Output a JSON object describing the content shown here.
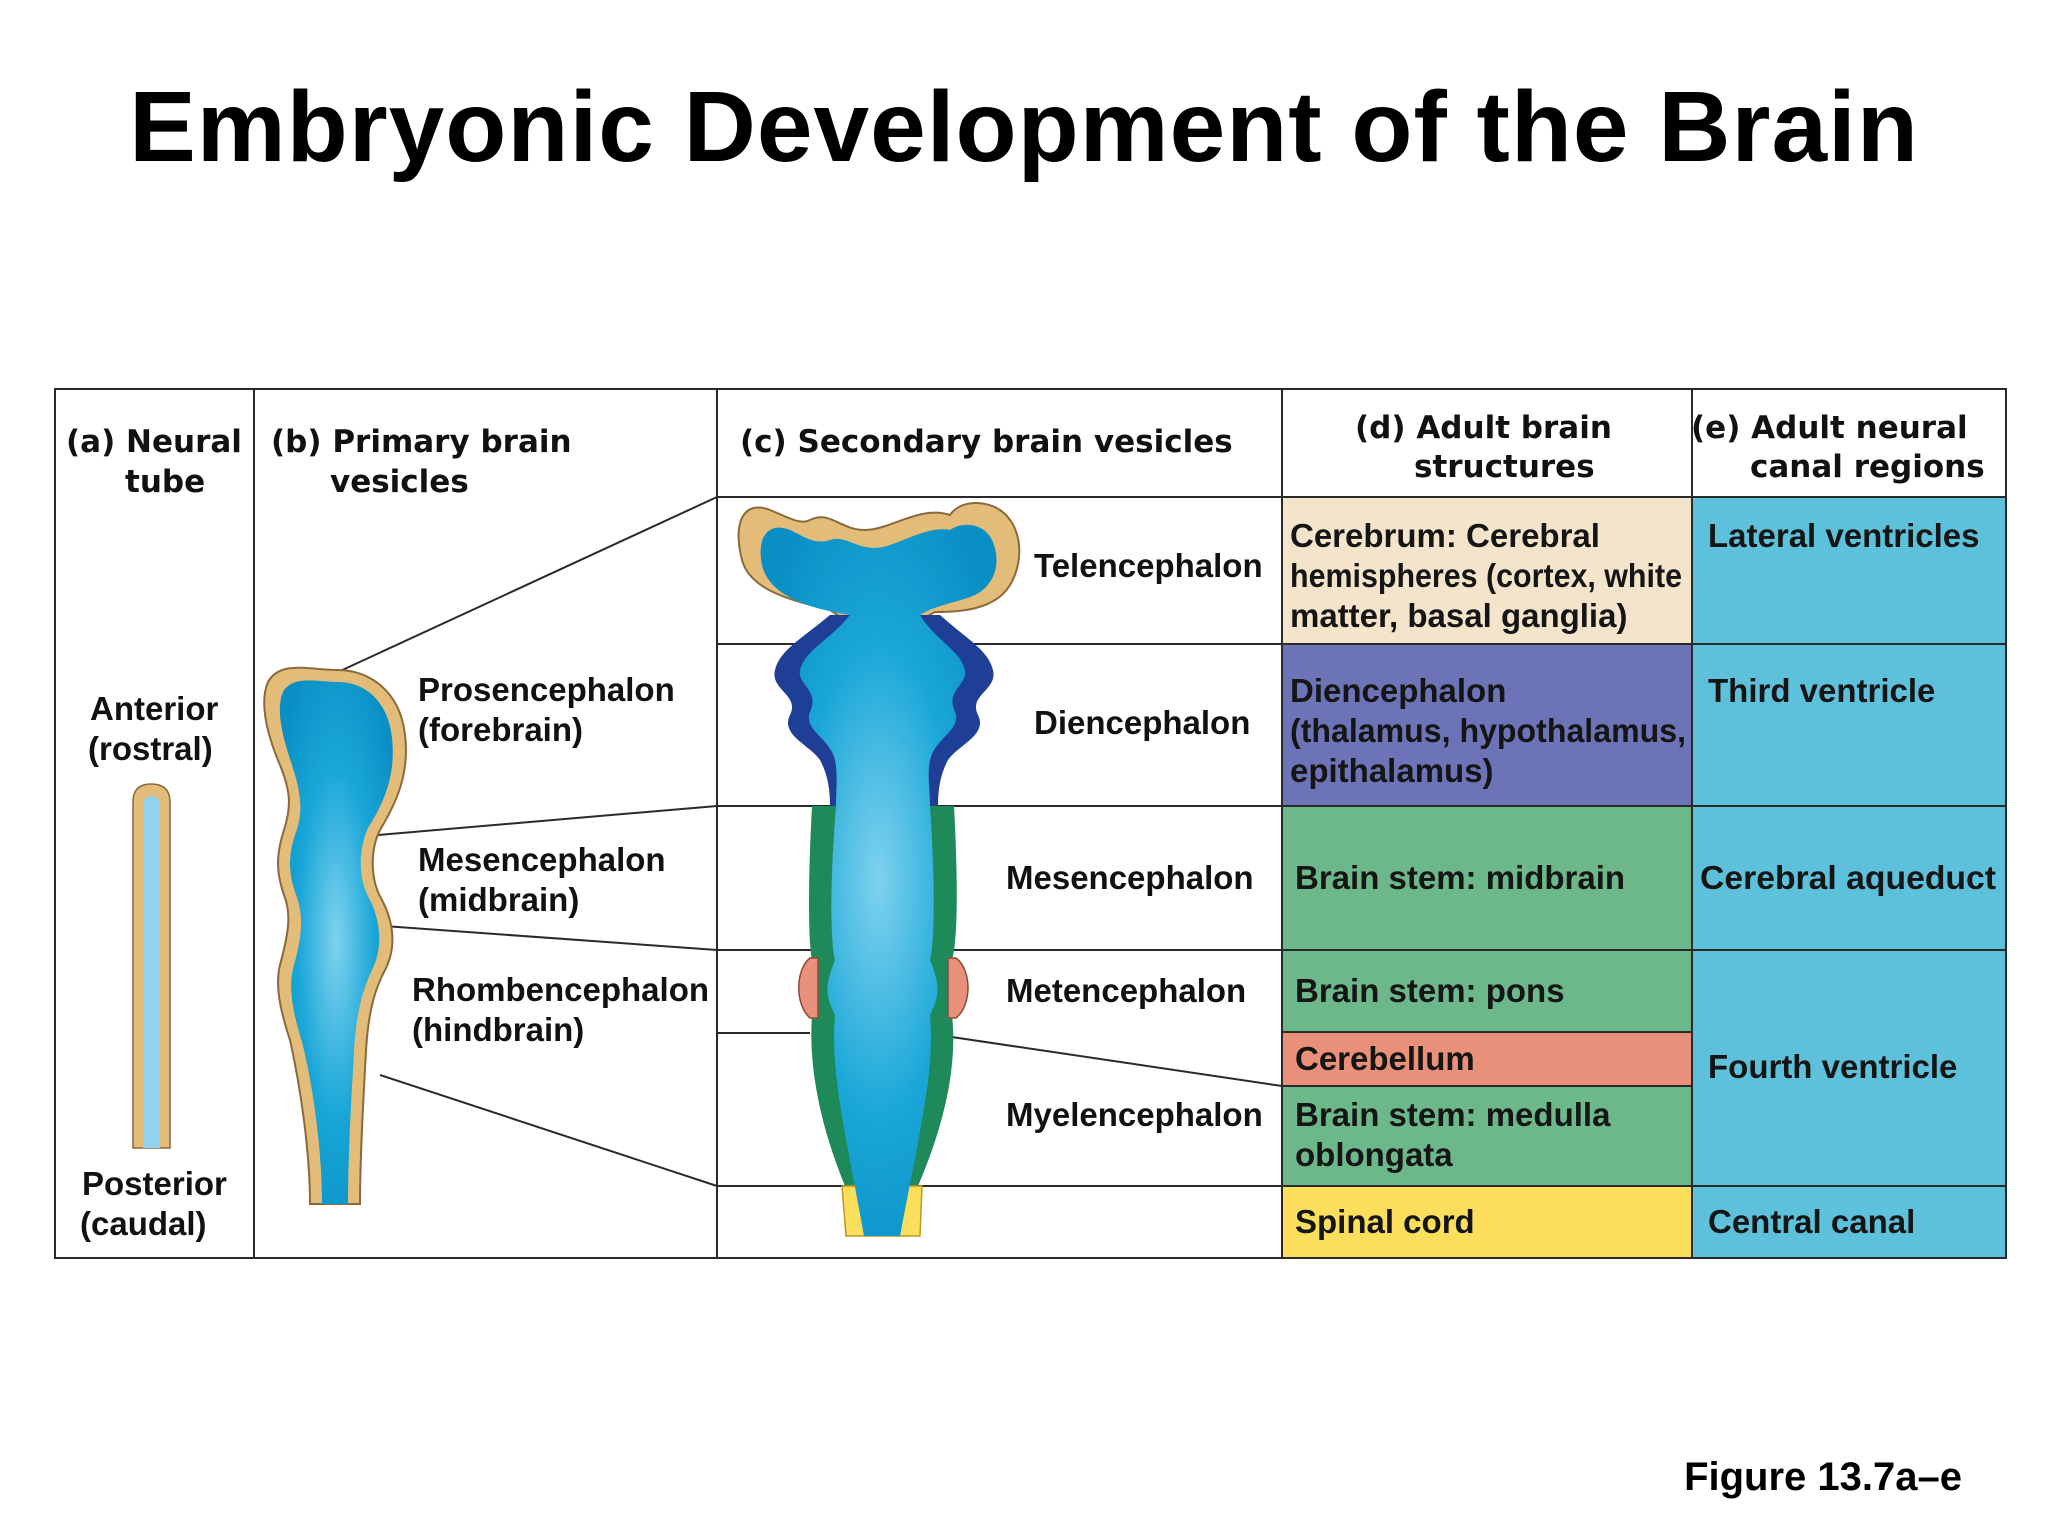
{
  "page": {
    "title": "Embryonic Development of the Brain",
    "figure_label": "Figure 13.7a–e"
  },
  "headers": {
    "a": [
      "(a) Neural",
      "tube"
    ],
    "b": [
      "(b) Primary brain",
      "vesicles"
    ],
    "c": [
      "(c) Secondary brain vesicles"
    ],
    "d": [
      "(d) Adult brain",
      "structures"
    ],
    "e": [
      "(e) Adult neural",
      "canal regions"
    ]
  },
  "neural_tube": {
    "anterior": [
      "Anterior",
      "(rostral)"
    ],
    "posterior": [
      "Posterior",
      "(caudal)"
    ]
  },
  "primary_vesicles": [
    [
      "Prosencephalon",
      "(forebrain)"
    ],
    [
      "Mesencephalon",
      "(midbrain)"
    ],
    [
      "Rhombencephalon",
      "(hindbrain)"
    ]
  ],
  "secondary_vesicles": [
    "Telencephalon",
    "Diencephalon",
    "Mesencephalon",
    "Metencephalon",
    "Myelencephalon"
  ],
  "adult_structures": [
    [
      "Cerebrum: Cerebral",
      "hemispheres (cortex, white",
      "matter, basal ganglia)"
    ],
    [
      "Diencephalon",
      "(thalamus, hypothalamus,",
      "epithalamus)"
    ],
    [
      "Brain stem: midbrain"
    ],
    [
      "Brain stem: pons"
    ],
    [
      "Cerebellum"
    ],
    [
      "Brain stem: medulla",
      "oblongata"
    ],
    [
      "Spinal cord"
    ]
  ],
  "canal_regions": [
    [
      "Lateral ventricles"
    ],
    [
      "Third ventricle"
    ],
    [
      "Cerebral aqueduct"
    ],
    [
      "Fourth ventricle"
    ],
    [
      "Central canal"
    ]
  ],
  "colors": {
    "telencephalon": "#f4e4cb",
    "diencephalon": "#6d73b7",
    "brain_stem": "#6cb88b",
    "cerebellum": "#e8907a",
    "spinal_cord": "#fbdf5c",
    "canal": "#5ec1db",
    "ventricle": "#0d9ed1",
    "tissue_tan": "#e3bc7a",
    "dien_wall": "#1f3f96",
    "stem_wall": "#1e8a5a"
  }
}
